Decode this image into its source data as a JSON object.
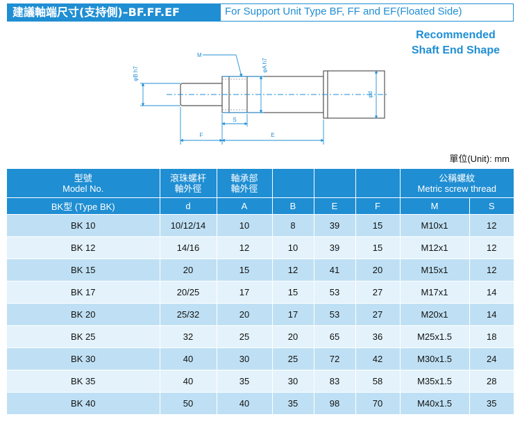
{
  "header": {
    "title_zh": "建議軸端尺寸(支持側)–BF.FF.EF",
    "title_en": "For Support Unit Type BF, FF and EF(Floated Side)"
  },
  "recommended": {
    "line1": "Recommended",
    "line2": "Shaft End Shape"
  },
  "diagram": {
    "label_m": "M",
    "label_phi_b": "φB h7",
    "label_phi_a": "φA h7",
    "label_phi_d": "φd",
    "label_s": "S",
    "label_f": "F",
    "label_e": "E"
  },
  "unit_label": "單位(Unit): mm",
  "table": {
    "header_top": {
      "model_zh": "型號",
      "model_en": "Model No.",
      "shaft_zh1": "滾珠螺杆",
      "shaft_zh2": "軸外徑",
      "bearing_zh1": "軸承部",
      "bearing_zh2": "軸外徑",
      "thread_zh": "公稱螺紋",
      "thread_en": "Metric screw thread"
    },
    "header_cols": [
      "BK型 (Type BK)",
      "d",
      "A",
      "B",
      "E",
      "F",
      "M",
      "S"
    ],
    "rows": [
      [
        "BK 10",
        "10/12/14",
        "10",
        "8",
        "39",
        "15",
        "M10x1",
        "12"
      ],
      [
        "BK 12",
        "14/16",
        "12",
        "10",
        "39",
        "15",
        "M12x1",
        "12"
      ],
      [
        "BK 15",
        "20",
        "15",
        "12",
        "41",
        "20",
        "M15x1",
        "12"
      ],
      [
        "BK 17",
        "20/25",
        "17",
        "15",
        "53",
        "27",
        "M17x1",
        "14"
      ],
      [
        "BK 20",
        "25/32",
        "20",
        "17",
        "53",
        "27",
        "M20x1",
        "14"
      ],
      [
        "BK 25",
        "32",
        "25",
        "20",
        "65",
        "36",
        "M25x1.5",
        "18"
      ],
      [
        "BK 30",
        "40",
        "30",
        "25",
        "72",
        "42",
        "M30x1.5",
        "24"
      ],
      [
        "BK 35",
        "40",
        "35",
        "30",
        "83",
        "58",
        "M35x1.5",
        "28"
      ],
      [
        "BK 40",
        "50",
        "40",
        "35",
        "98",
        "70",
        "M40x1.5",
        "35"
      ]
    ]
  }
}
